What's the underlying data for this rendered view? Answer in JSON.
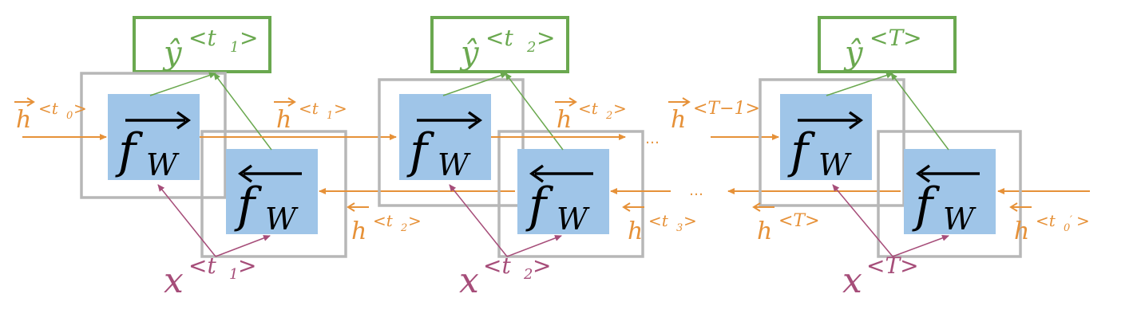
{
  "colors": {
    "green": "#6aa84f",
    "blue_fill": "#9fc5e8",
    "gray": "#b7b7b7",
    "orange": "#e69138",
    "magenta": "#a64d79",
    "black": "#000000"
  },
  "cells": [
    {
      "output": {
        "base": "ŷ",
        "sup": "<t",
        "sub": "1",
        "close": ">"
      },
      "input": {
        "base": "x",
        "sup": "<t",
        "sub": "1",
        "close": ">"
      },
      "forward_label": "f",
      "forward_sub": "W",
      "backward_label": "f",
      "backward_sub": "W",
      "h_forward_in": {
        "base": "h",
        "sup": "<t",
        "sub": "0",
        "close": ">"
      },
      "h_backward_out": {
        "base": "h",
        "sup": "<t",
        "sub": "2",
        "close": ">"
      }
    },
    {
      "output": {
        "base": "ŷ",
        "sup": "<t",
        "sub": "2",
        "close": ">"
      },
      "input": {
        "base": "x",
        "sup": "<t",
        "sub": "2",
        "close": ">"
      },
      "forward_label": "f",
      "forward_sub": "W",
      "backward_label": "f",
      "backward_sub": "W",
      "h_forward_in": {
        "base": "h",
        "sup": "<t",
        "sub": "1",
        "close": ">"
      },
      "h_forward_out": {
        "base": "h",
        "sup": "<t",
        "sub": "2",
        "close": ">"
      },
      "h_backward_out": {
        "base": "h",
        "sup": "<t",
        "sub": "3",
        "close": ">"
      }
    },
    {
      "output": {
        "base": "ŷ",
        "sup": "<T>"
      },
      "input": {
        "base": "x",
        "sup": "<T>"
      },
      "forward_label": "f",
      "forward_sub": "W",
      "backward_label": "f",
      "backward_sub": "W",
      "h_forward_in": {
        "base": "h",
        "sup": "<T−1>"
      },
      "h_backward_out": {
        "base": "h",
        "sup": "<T>"
      },
      "h_backward_in": {
        "base": "h",
        "sup": "<t",
        "sub": "0",
        "prime": "′",
        "close": ">"
      }
    }
  ],
  "ellipsis": [
    "…",
    "…"
  ]
}
